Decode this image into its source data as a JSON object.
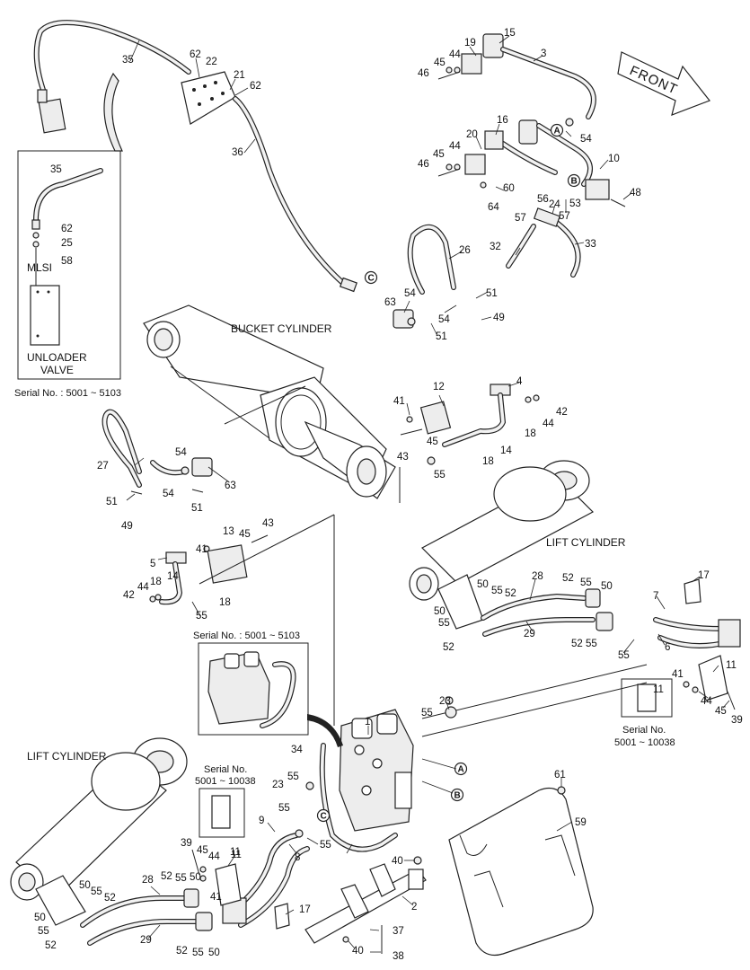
{
  "labels": {
    "bucket_cylinder": "BUCKET CYLINDER",
    "lift_cylinder_right": "LIFT CYLINDER",
    "lift_cylinder_left": "LIFT CYLINDER",
    "front": "FRONT",
    "mlsi": "MLSI",
    "unloader_valve_line1": "UNLOADER",
    "unloader_valve_line2": "VALVE",
    "serial_5103_a": "Serial No. : 5001 ~ 5103",
    "serial_5103_b": "Serial No. : 5001 ~ 5103",
    "serial_10038_a_line1": "Serial No.",
    "serial_10038_a_line2": "5001 ~ 10038",
    "serial_10038_b_line1": "Serial No.",
    "serial_10038_b_line2": "5001 ~ 10038",
    "ref_a": "A",
    "ref_b": "B",
    "ref_c": "C"
  },
  "callouts": [
    "35",
    "62",
    "22",
    "21",
    "62",
    "36",
    "19",
    "15",
    "3",
    "45",
    "44",
    "46",
    "16",
    "20",
    "45",
    "44",
    "46",
    "60",
    "64",
    "54",
    "10",
    "56",
    "24",
    "48",
    "53",
    "57",
    "57",
    "32",
    "33",
    "26",
    "54",
    "63",
    "51",
    "54",
    "49",
    "51",
    "12",
    "4",
    "41",
    "42",
    "44",
    "18",
    "43",
    "45",
    "14",
    "18",
    "55",
    "27",
    "54",
    "63",
    "51",
    "51",
    "54",
    "49",
    "13",
    "43",
    "41",
    "45",
    "5",
    "18",
    "14",
    "42",
    "44",
    "18",
    "55",
    "28",
    "52",
    "55",
    "50",
    "50",
    "55",
    "52",
    "50",
    "55",
    "52",
    "29",
    "52",
    "55",
    "7",
    "17",
    "6",
    "55",
    "41",
    "11",
    "44",
    "45",
    "39",
    "11",
    "23",
    "55",
    "1",
    "55",
    "23",
    "34",
    "9",
    "55",
    "8",
    "55",
    "61",
    "59",
    "40",
    "2",
    "37",
    "38",
    "40",
    "39",
    "45",
    "44",
    "11",
    "52",
    "55",
    "50",
    "41",
    "28",
    "50",
    "55",
    "52",
    "50",
    "55",
    "52",
    "29",
    "52",
    "55",
    "50",
    "17",
    "11",
    "35",
    "62",
    "25",
    "58"
  ]
}
